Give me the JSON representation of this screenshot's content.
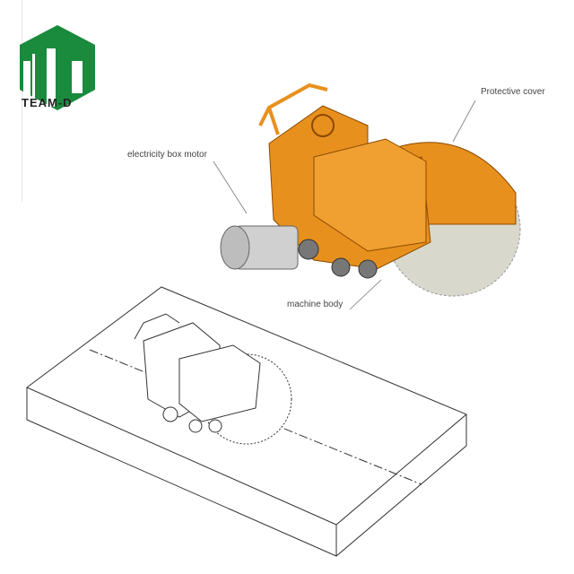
{
  "logo": {
    "text": "TEAM-D",
    "color": "#1a8a3c"
  },
  "labels": {
    "protective_cover": "Protective cover",
    "motor": "electricity box motor",
    "body": "machine body"
  },
  "colors": {
    "machine": "#e8901e",
    "blade": "#d8d8cc",
    "motor": "#d0d0d0"
  }
}
